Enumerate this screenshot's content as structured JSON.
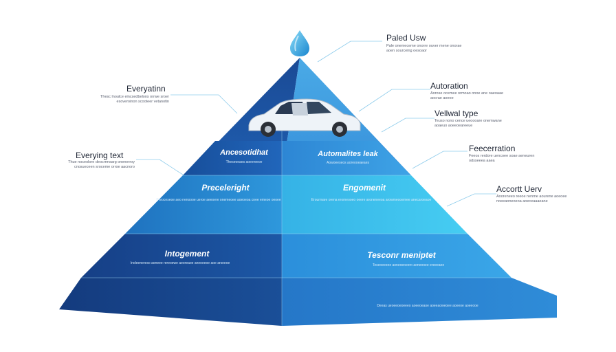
{
  "colors": {
    "face_left": [
      "#1f63b8",
      "#2a8fd6",
      "#1c5fae",
      "#1a55a3"
    ],
    "face_right": [
      "#2f8cd9",
      "#3cc2ec",
      "#2f9ae0",
      "#2b85d2"
    ],
    "apex_left": "#1e4f9c",
    "apex_right": "#3a97de",
    "drop": "#2aa8e0",
    "connector": "#7cc4e8"
  },
  "icons": {
    "apex": "water-drop-icon",
    "car": "car-icon"
  },
  "labels": {
    "left": [
      {
        "title": "Everyatinn",
        "desc": "Thesc lnoulce eincsedbelons orrwe sroer esoveroinon scooteer vetanotin"
      },
      {
        "title": "Everying text",
        "desc": "Thue noceolore deocrrmsarg onenerroy cnosueceen sroceme orroe aacnoro"
      }
    ],
    "right": [
      {
        "title": "Paled Usw",
        "desc": "Pale onemeceme onorre ouver mene onorae aoen sourceing oesoaor"
      },
      {
        "title": "Autoration",
        "desc": "Aorose ocemee ormoao onoe ane oaeoaae aocrae aoeoe"
      },
      {
        "title": "Vellwal type",
        "desc": "Teuso nono cence ueoooare onemwane aoaeuo aoeeoeareeue"
      },
      {
        "title": "Feecerration",
        "desc": "Feeos rerdore uencoee soae aeneuren odsseeea aaea"
      },
      {
        "title": "Accortt Uerv",
        "desc": "Aooreneeo reeoe nenme aourene aoeoee noeeaoneoeoa aoeceaaaeane"
      }
    ]
  },
  "tiers": [
    {
      "left_title": "Ancesotidhat",
      "left_desc": "Theseoeaes aoeereeoe",
      "right_title": "Automalites leak",
      "right_desc": "Aowoeeseos aoreooeaeaes"
    },
    {
      "left_title": "Preceleright",
      "left_desc": "Preoceseoe aeo nenoooe ueroe aeeoere onemeoee aoeoeoa cnee emeoe oeoee",
      "right_title": "Engomenit",
      "right_desc": "Erourmare orena eromeooeo oeere aroneneeoa arowmeooemee anecaroeaoe"
    },
    {
      "left_title": "Intogement",
      "left_desc": "Inoleenereso aoneee rereoewe aeoreaoe aneoeeoe aoe arseeoe",
      "right_title": "Tesconr meniptet",
      "right_desc": "Teseoeeeoo aoneoeoeero aoneooee ereeeaoo"
    },
    {
      "left_title": "",
      "left_desc": "",
      "right_title": "",
      "right_desc": "Deeas ueoeeoeoeeeo aoeeoeaoe aoeeaoweoee aoeeoe aoeeooe"
    }
  ]
}
